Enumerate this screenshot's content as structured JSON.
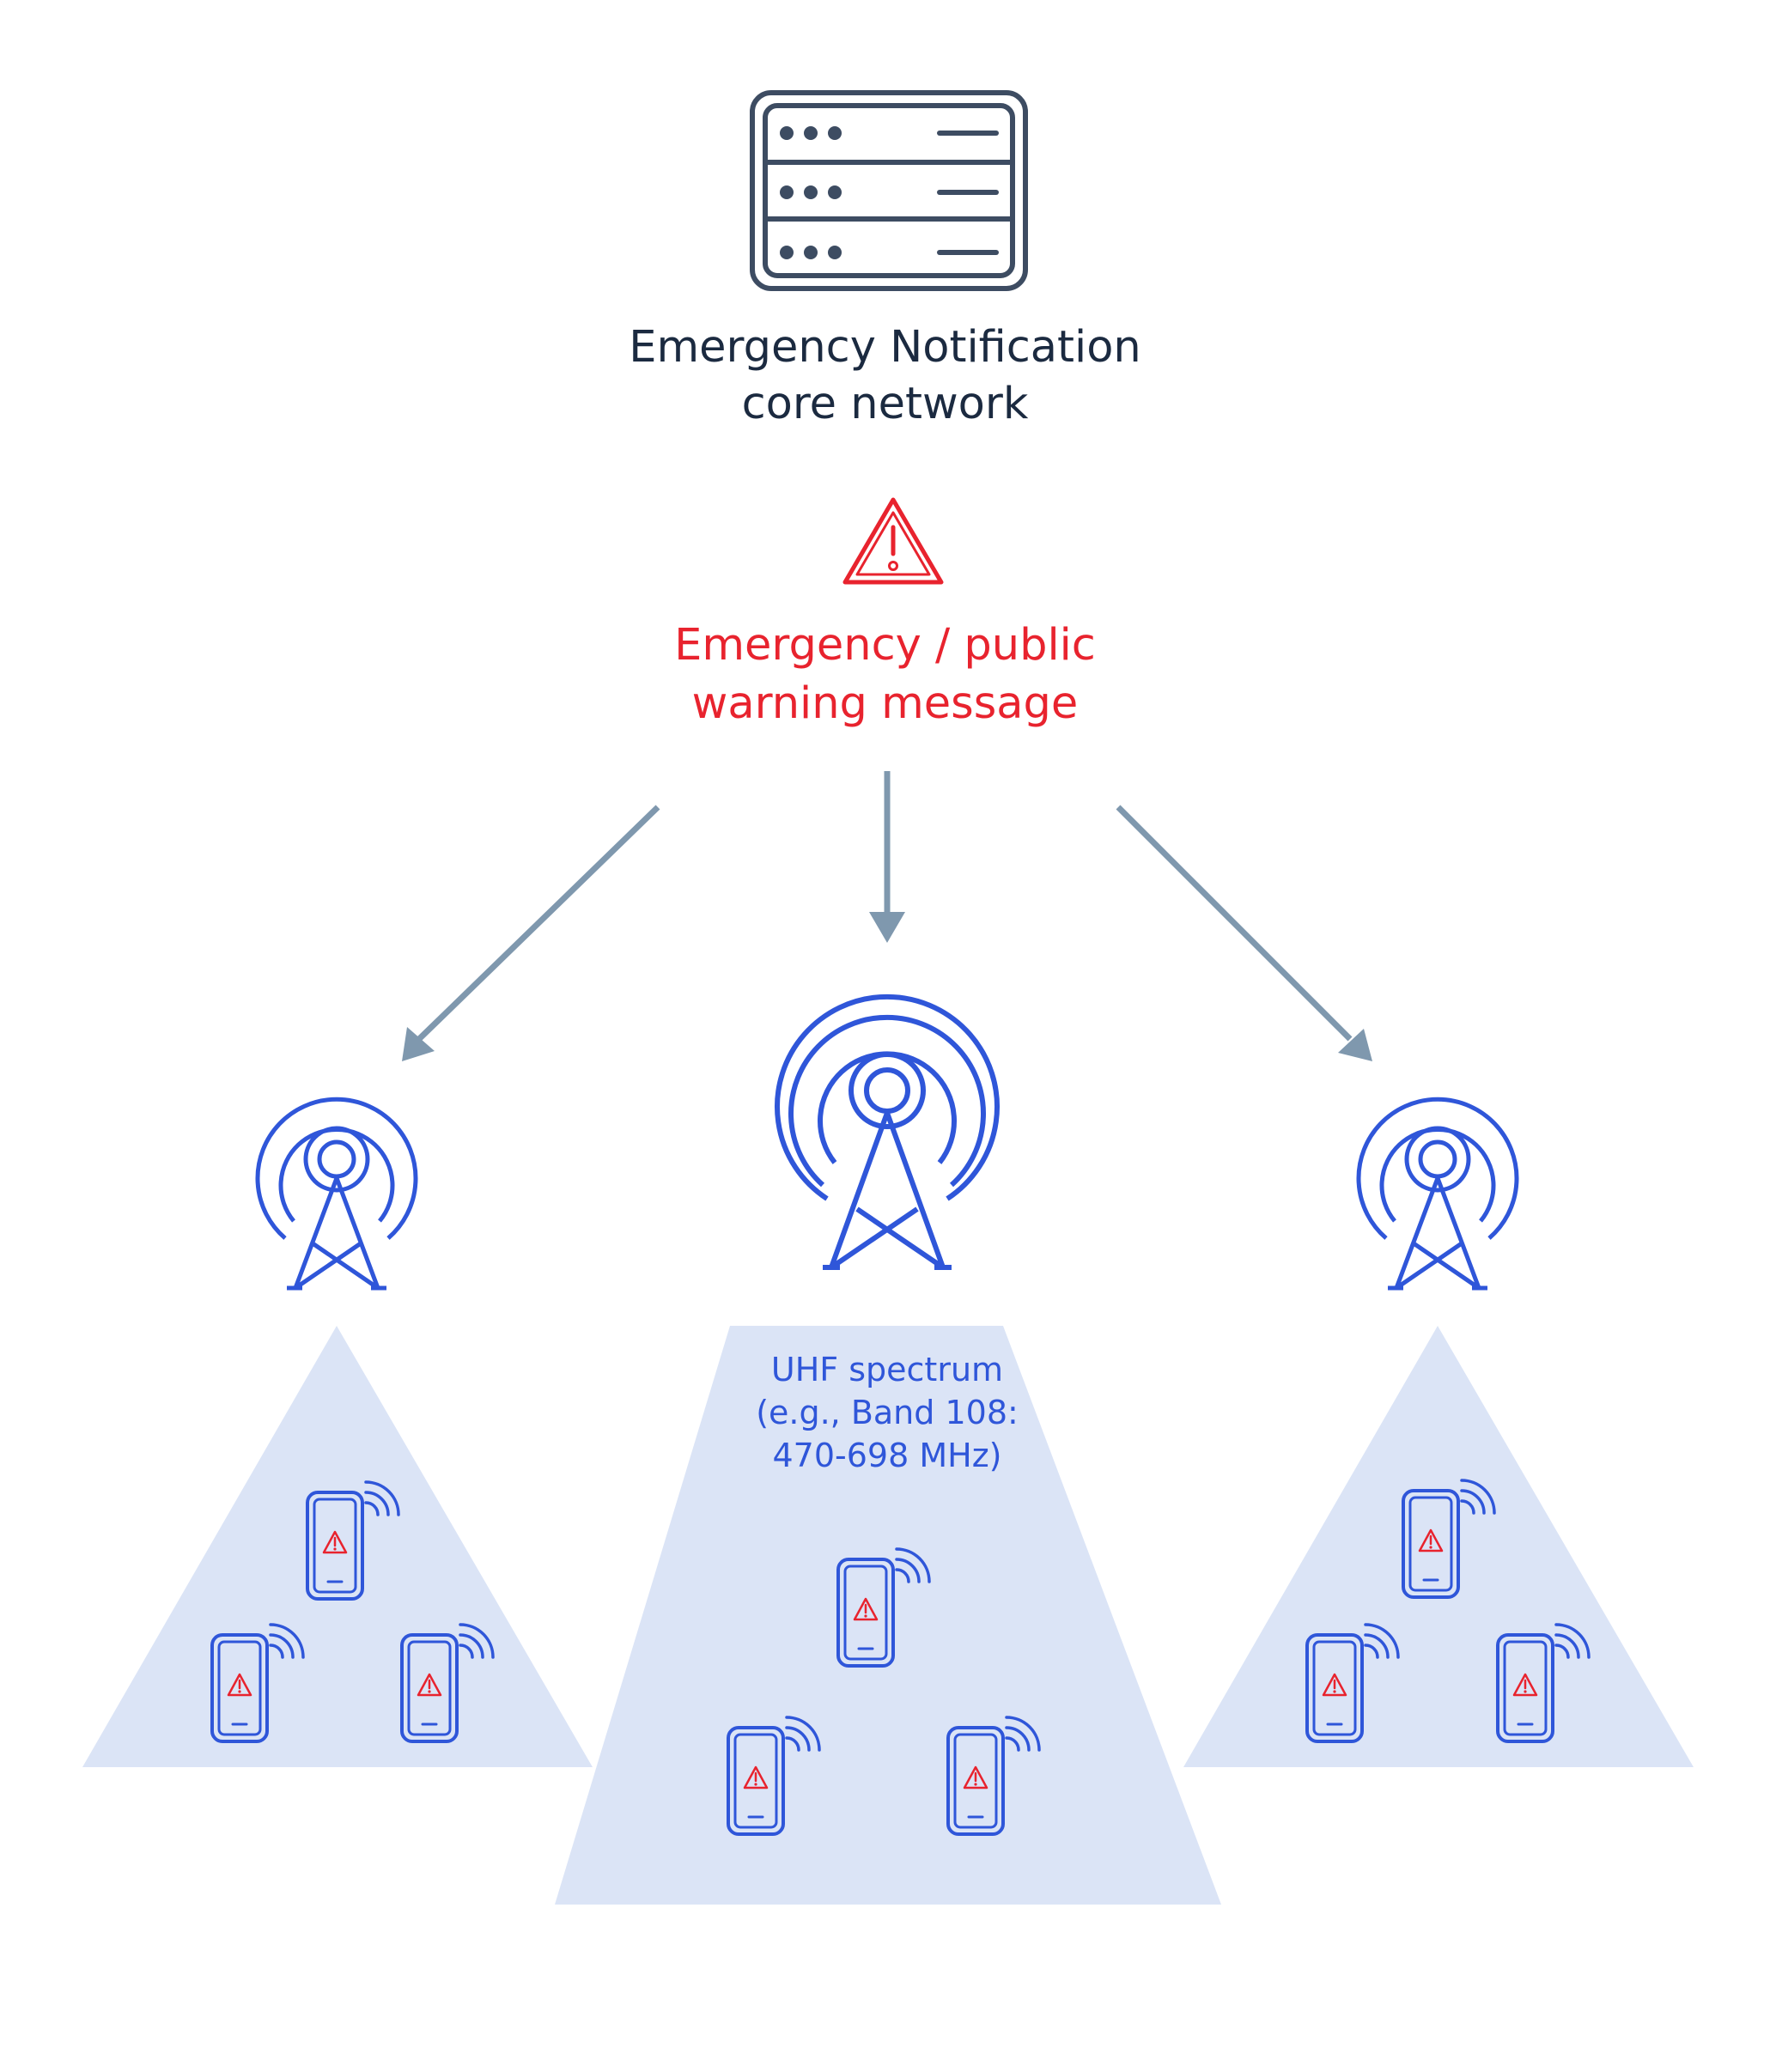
{
  "core_network": {
    "icon": "server-rack-icon",
    "label_line1": "Emergency Notification",
    "label_line2": "core network"
  },
  "warning": {
    "icon": "warning-triangle-icon",
    "label_line1": "Emergency / public",
    "label_line2": "warning message"
  },
  "spectrum": {
    "line1": "UHF spectrum",
    "line2": "(e.g., Band 108:",
    "line3": "470-698 MHz)"
  },
  "colors": {
    "dark_text": "#1b2a40",
    "alert_red": "#e8232e",
    "tower_blue": "#2f56d9",
    "arrow_gray": "#7f98ae",
    "coverage_fill": "#dbe4f6"
  },
  "towers": [
    {
      "name": "left",
      "icon": "cell-tower-icon"
    },
    {
      "name": "center",
      "icon": "cell-tower-icon"
    },
    {
      "name": "right",
      "icon": "cell-tower-icon"
    }
  ],
  "devices": {
    "icon": "smartphone-alert-icon"
  }
}
